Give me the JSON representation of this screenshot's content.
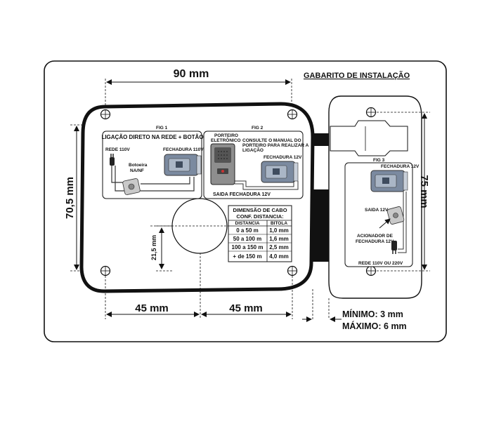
{
  "title": "GABARITO DE INSTALAÇÃO",
  "dimensions": {
    "width_top": "90 mm",
    "height_left": "70,5 mm",
    "height_right": "75 mm",
    "center_offset": "21,5 mm",
    "bottom_left": "45 mm",
    "bottom_right": "45 mm",
    "minimum": "MÍNIMO: 3 mm",
    "maximum": "MÁXIMO: 6 mm"
  },
  "fig1": {
    "label": "FIG 1",
    "title": "LIGAÇÃO DIRETO NA REDE + BOTÃO",
    "rede": "REDE 110V",
    "fechadura": "FECHADURA 110V",
    "botoeira_line1": "Botoeira",
    "botoeira_line2": "NA/NF"
  },
  "fig2": {
    "label": "FIG 2",
    "porteiro_line1": "PORTEIRO",
    "porteiro_line2": "ELETRÔNICO",
    "note_line1": "CONSULTE O MANUAL DO",
    "note_line2": "PORTEIRO PARA REALIZAR A",
    "note_line3": "LIGAÇÃO",
    "fechadura": "FECHADURA 12V",
    "saida": "SAIDA FECHADURA 12V"
  },
  "fig3": {
    "label": "FIG 3",
    "fechadura": "FECHADURA 12V",
    "saida": "SAIDA 12V",
    "acionador_line1": "ACIONADOR DE",
    "acionador_line2": "FECHADURA 12V",
    "rede": "REDE 110V OU 220V"
  },
  "cable_table": {
    "title_line1": "DIMENSÃO DE CABO",
    "title_line2": "CONF. DISTANCIA:",
    "headers": [
      "DISTANCIA",
      "BITOLA"
    ],
    "rows": [
      [
        "0 a 50 m",
        "1,0 mm"
      ],
      [
        "50 a 100 m",
        "1,6 mm"
      ],
      [
        "100 a 150 m",
        "2,5 mm"
      ],
      [
        "+ de 150 m",
        "4,0 mm"
      ]
    ]
  }
}
